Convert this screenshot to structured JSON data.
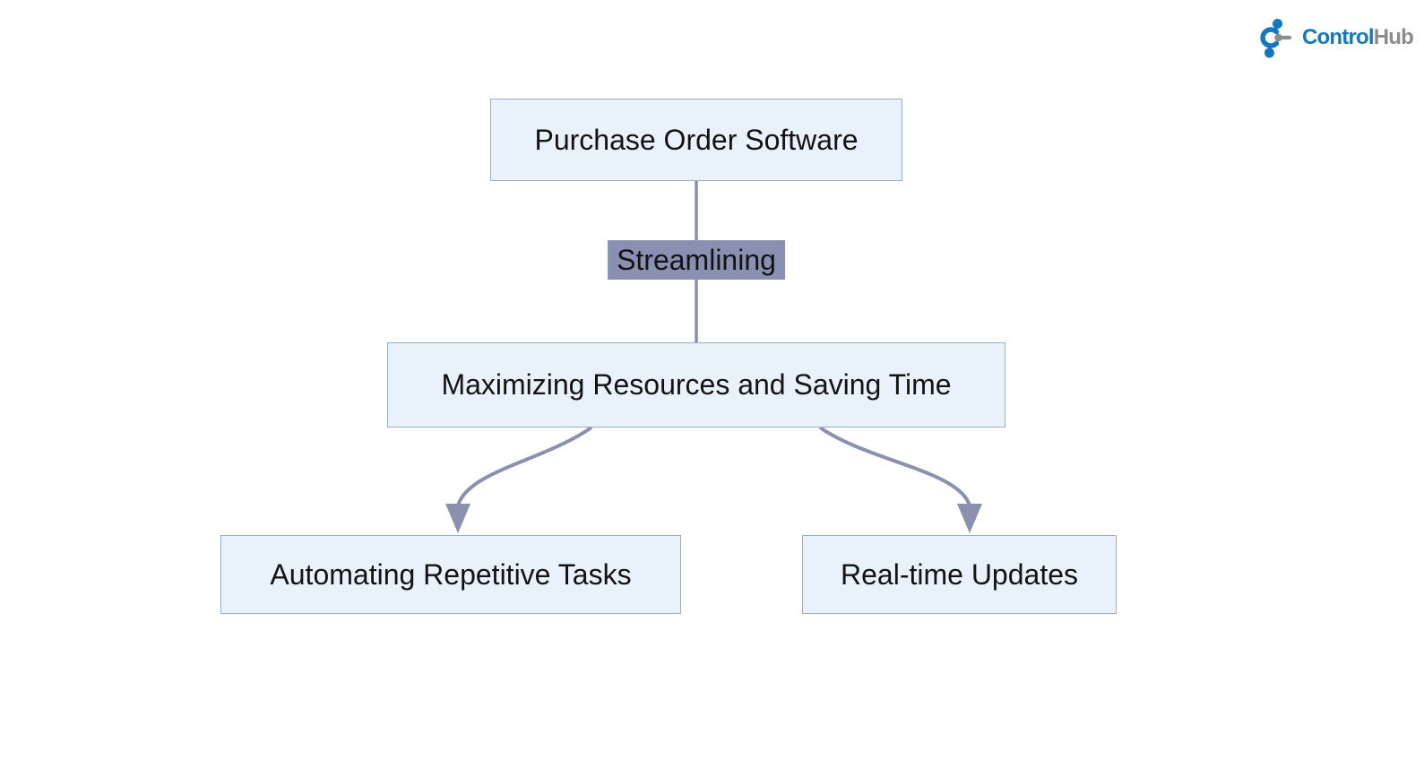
{
  "logo": {
    "name": "ControlHub",
    "brand_primary": "Control",
    "brand_secondary": "Hub",
    "primary_color": "#1478BE",
    "secondary_color": "#8C8C8C"
  },
  "diagram": {
    "type": "flowchart",
    "direction": "top-down",
    "nodes": [
      {
        "id": "A",
        "label": "Purchase Order Software"
      },
      {
        "id": "B",
        "label": "Maximizing Resources and Saving Time"
      },
      {
        "id": "C",
        "label": "Automating Repetitive Tasks"
      },
      {
        "id": "D",
        "label": "Real-time Updates"
      }
    ],
    "edges": [
      {
        "from": "A",
        "to": "B",
        "label": "Streamlining",
        "arrowhead": false
      },
      {
        "from": "B",
        "to": "C",
        "label": "",
        "arrowhead": true
      },
      {
        "from": "B",
        "to": "D",
        "label": "",
        "arrowhead": true
      }
    ],
    "colors": {
      "background": "#FFFFFF",
      "node_fill": "#E9F2FA",
      "node_border": "#9CAEBB",
      "node_text": "#131313",
      "edge_stroke": "#8B90AE",
      "edge_label_bg": "#8A90B2",
      "edge_label_text": "#131313"
    }
  }
}
